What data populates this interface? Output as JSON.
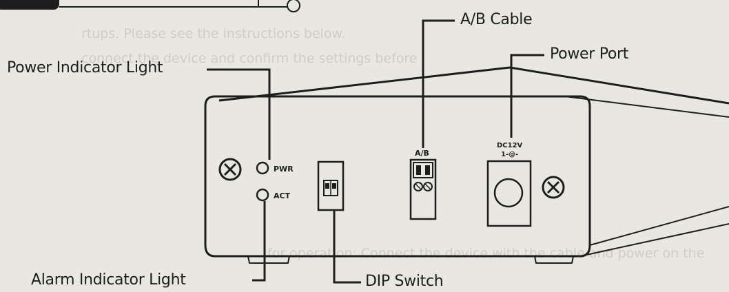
{
  "callouts": {
    "ab_cable": "A/B Cable",
    "power_port": "Power Port",
    "power_indicator": "Power Indicator Light",
    "alarm_indicator": "Alarm Indicator Light",
    "dip_switch": "DIP Switch"
  },
  "panel_marks": {
    "pwr": "PWR",
    "act": "ACT",
    "ab": "A/B",
    "dc_line1": "DC12V",
    "dc_line2": "1-@-"
  },
  "faded_background_text": {
    "line1": "rtups. Please see the instructions below.",
    "line2": "connect the device and confirm the settings before",
    "line3": "for operation: Connect the device with the cable and power on the"
  },
  "colors": {
    "ink": "#1d1d1d",
    "paper": "#e9e7e2",
    "faded_text": "#cfccc5"
  }
}
